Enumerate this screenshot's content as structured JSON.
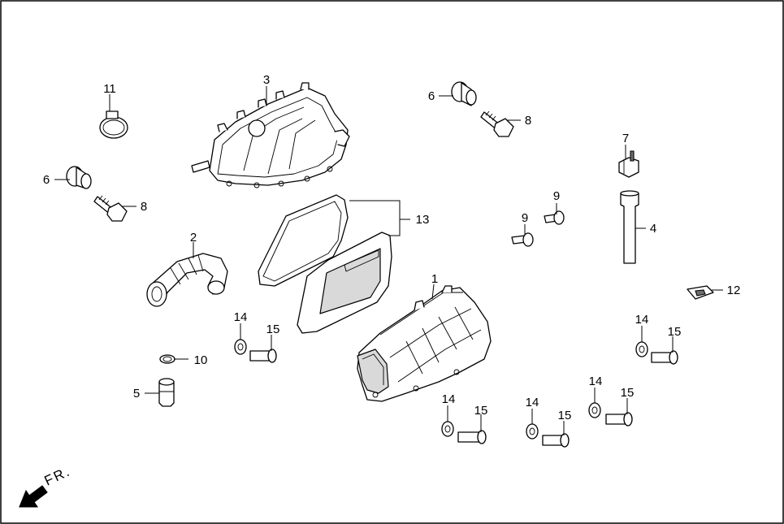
{
  "diagram": {
    "callouts": {
      "c1": "1",
      "c2": "2",
      "c3": "3",
      "c4": "4",
      "c5": "5",
      "c6a": "6",
      "c6b": "6",
      "c7": "7",
      "c8a": "8",
      "c8b": "8",
      "c9a": "9",
      "c9b": "9",
      "c10": "10",
      "c11": "11",
      "c12": "12",
      "c13": "13",
      "c14a": "14",
      "c14b": "14",
      "c14c": "14",
      "c14d": "14",
      "c14e": "14",
      "c15a": "15",
      "c15b": "15",
      "c15c": "15",
      "c15d": "15",
      "c15e": "15"
    },
    "direction_label": "FR."
  }
}
